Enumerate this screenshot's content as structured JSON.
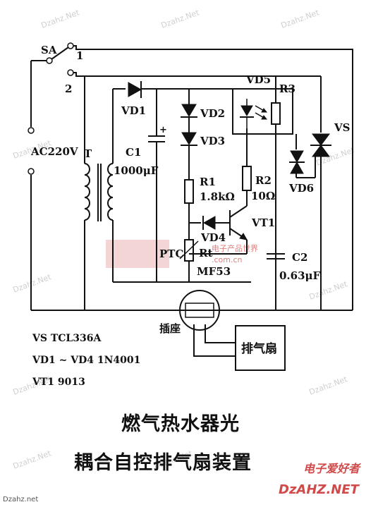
{
  "switch": {
    "name": "SA",
    "pos1": "1",
    "pos2": "2"
  },
  "source": {
    "label": "AC220V"
  },
  "transformer": {
    "label": "T"
  },
  "components": {
    "vd1": "VD1",
    "vd2": "VD2",
    "vd3": "VD3",
    "vd4": "VD4",
    "vd5": "VD5",
    "r3": "R3",
    "vs": "VS",
    "vd6": "VD6",
    "c1_name": "C1",
    "c1_value": "1000μF",
    "c1_plus": "+",
    "r1_name": "R1",
    "r1_value": "1.8kΩ",
    "r2_name": "R2",
    "r2_value": "10Ω",
    "vt1": "VT1",
    "ptc": "PTC",
    "rt": "Rt",
    "mf53": "MF53",
    "c2_name": "C2",
    "c2_value": "0.63μF"
  },
  "socket": {
    "label": "插座"
  },
  "fan": {
    "label": "排气扇"
  },
  "parts_list": [
    "VS  TCL336A",
    "VD1 ~ VD4  1N4001",
    "VT1  9013"
  ],
  "title_lines": [
    "燃气热水器光",
    "耦合自控排气扇装置"
  ],
  "watermark": {
    "text": "Dzahz.Net",
    "site": "Dzahz.net",
    "logo": "DzAHZ.NET",
    "logo_cn": "电子爱好者",
    "mid_logo": "电子产品世界",
    "mid_site": ".com.cn"
  }
}
